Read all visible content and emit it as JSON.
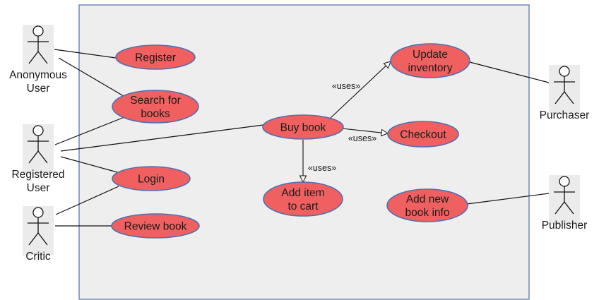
{
  "diagram": {
    "actors": [
      {
        "id": "anonymous",
        "lines": [
          "Anonymous",
          "User"
        ]
      },
      {
        "id": "registered",
        "lines": [
          "Registered",
          "User"
        ]
      },
      {
        "id": "critic",
        "lines": [
          "Critic"
        ]
      },
      {
        "id": "purchaser",
        "lines": [
          "Purchaser"
        ]
      },
      {
        "id": "publisher",
        "lines": [
          "Publisher"
        ]
      }
    ],
    "use_cases": [
      {
        "id": "register",
        "lines": [
          "Register"
        ]
      },
      {
        "id": "search",
        "lines": [
          "Search for",
          "books"
        ]
      },
      {
        "id": "login",
        "lines": [
          "Login"
        ]
      },
      {
        "id": "review",
        "lines": [
          "Review book"
        ]
      },
      {
        "id": "buy",
        "lines": [
          "Buy book"
        ]
      },
      {
        "id": "update",
        "lines": [
          "Update",
          "inventory"
        ]
      },
      {
        "id": "checkout",
        "lines": [
          "Checkout"
        ]
      },
      {
        "id": "additem",
        "lines": [
          "Add item",
          "to cart"
        ]
      },
      {
        "id": "addnew",
        "lines": [
          "Add new",
          "book info"
        ]
      }
    ],
    "associations": [
      {
        "from": "anonymous",
        "to": "register"
      },
      {
        "from": "anonymous",
        "to": "search"
      },
      {
        "from": "registered",
        "to": "search"
      },
      {
        "from": "registered",
        "to": "buy"
      },
      {
        "from": "registered",
        "to": "login"
      },
      {
        "from": "critic",
        "to": "login"
      },
      {
        "from": "critic",
        "to": "review"
      },
      {
        "from": "update",
        "to": "purchaser"
      },
      {
        "from": "addnew",
        "to": "publisher"
      }
    ],
    "uses": [
      {
        "from": "buy",
        "to": "update",
        "label": "«uses»"
      },
      {
        "from": "buy",
        "to": "checkout",
        "label": "«uses»"
      },
      {
        "from": "buy",
        "to": "additem",
        "label": "«uses»"
      }
    ],
    "colors": {
      "use_case_fill": "#f06060",
      "use_case_stroke": "#4f6fb0",
      "system_fill": "#eeeeee",
      "system_stroke": "#4a6fa5",
      "actor_bg": "#ebebeb",
      "line": "#111111"
    }
  }
}
